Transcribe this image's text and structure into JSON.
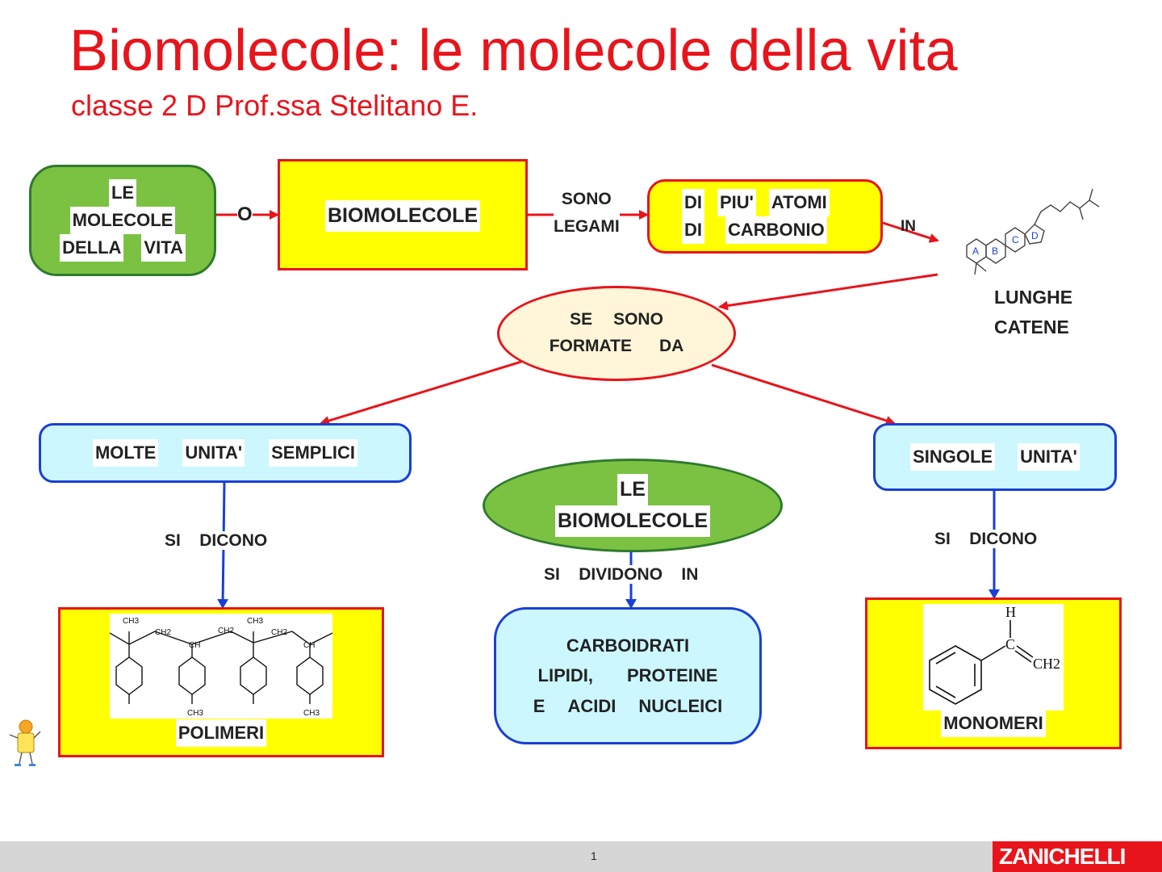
{
  "title": "Biomolecole: le molecole della vita",
  "subtitle": "classe 2 D Prof.ssa Stelitano E.",
  "nodes": {
    "le_molecole": [
      "LE",
      "MOLECOLE",
      "DELLA",
      "VITA"
    ],
    "biomolecole": "BIOMOLECOLE",
    "atomi": [
      "DI",
      "PIU'",
      "ATOMI",
      "DI",
      "CARBONIO"
    ],
    "formate": [
      "SE",
      "SONO",
      "FORMATE",
      "DA"
    ],
    "molte": [
      "MOLTE",
      "UNITA'",
      "SEMPLICI"
    ],
    "singole": [
      "SINGOLE",
      "UNITA'"
    ],
    "le_biomolecole": [
      "LE",
      "BIOMOLECOLE"
    ],
    "classi": [
      "CARBOIDRATI",
      "LIPIDI,",
      "PROTEINE",
      "E",
      "ACIDI",
      "NUCLEICI"
    ],
    "polimeri": "POLIMERI",
    "monomeri": "MONOMERI",
    "lunghe_catene": [
      "LUNGHE",
      "CATENE"
    ]
  },
  "connectors": {
    "o": "O",
    "sono_legami": [
      "SONO",
      "LEGAMI"
    ],
    "in": "IN",
    "si_dicono_left": [
      "SI",
      "DICONO"
    ],
    "si_dicono_right": [
      "SI",
      "DICONO"
    ],
    "si_dividono": [
      "SI",
      "DIVIDONO",
      "IN"
    ]
  },
  "steroid_ring_labels": [
    "A",
    "B",
    "C",
    "D"
  ],
  "polymer_labels": [
    "CH3",
    "CH2",
    "CH",
    "CH2",
    "CH3",
    "CH2",
    "CH",
    "CH3",
    "CH3"
  ],
  "monomer_labels": [
    "H",
    "C",
    "CH2"
  ],
  "footer": {
    "page": "1",
    "brand": "ZANICHELLI"
  },
  "colors": {
    "red": "#e8141b",
    "green": "#7cc242",
    "yellow": "#ffff00",
    "cyan": "#ccf7ff",
    "blue": "#1a3fd6",
    "cream": "#fff6d9"
  }
}
